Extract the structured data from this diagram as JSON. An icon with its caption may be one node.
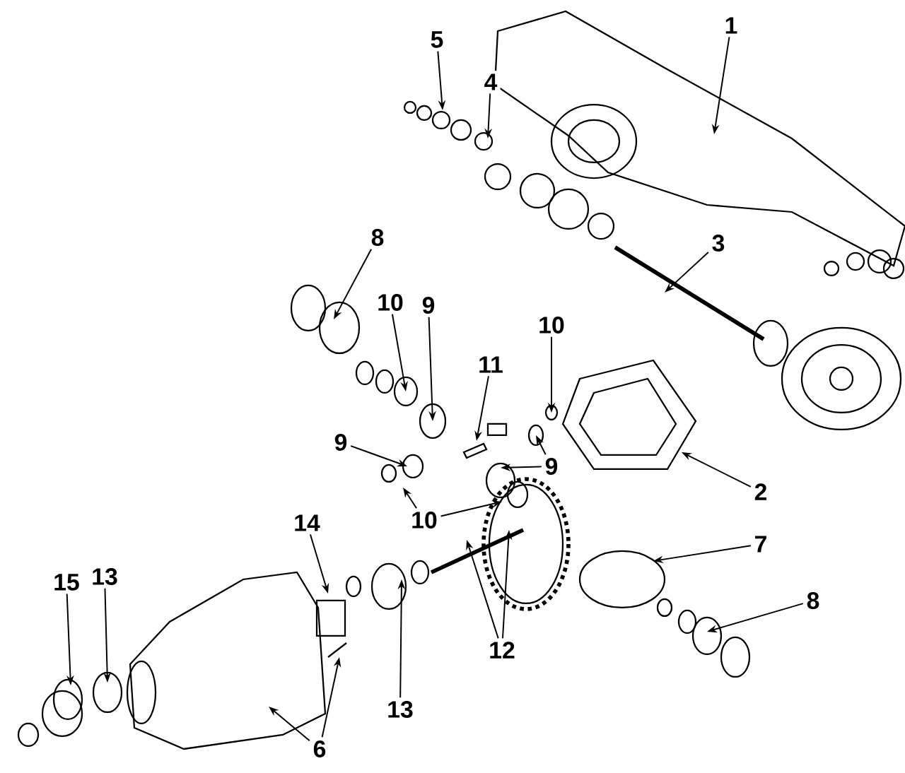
{
  "diagram": {
    "nodes": [
      {
        "text": [
          "1"
        ]
      },
      {
        "text": [
          "5"
        ]
      },
      {
        "text": [
          "4"
        ]
      },
      {
        "text": [
          "3"
        ]
      },
      {
        "text": [
          "8"
        ]
      },
      {
        "text": [
          "10"
        ]
      },
      {
        "text": [
          "9"
        ]
      },
      {
        "text": [
          "11"
        ]
      },
      {
        "text": [
          "10"
        ]
      },
      {
        "text": [
          "2"
        ]
      },
      {
        "text": [
          "9"
        ]
      },
      {
        "text": [
          "9"
        ]
      },
      {
        "text": [
          "10"
        ]
      },
      {
        "text": [
          "14"
        ]
      },
      {
        "text": [
          "7"
        ]
      },
      {
        "text": [
          "8"
        ]
      },
      {
        "text": [
          "15"
        ]
      },
      {
        "text": [
          "13"
        ]
      },
      {
        "text": [
          "12"
        ]
      },
      {
        "text": [
          "13"
        ]
      },
      {
        "text": [
          "6"
        ]
      }
    ],
    "edges": [
      {
        "from": 0,
        "to": null,
        "arrow": "to"
      },
      {
        "from": 1,
        "to": null,
        "arrow": "to"
      },
      {
        "from": 2,
        "to": null,
        "arrow": "to"
      },
      {
        "from": 3,
        "to": null,
        "arrow": "to"
      },
      {
        "from": 4,
        "to": null,
        "arrow": "to"
      },
      {
        "from": 5,
        "to": null,
        "arrow": "to"
      },
      {
        "from": 6,
        "to": null,
        "arrow": "to"
      },
      {
        "from": 7,
        "to": null,
        "arrow": "to"
      },
      {
        "from": 8,
        "to": null,
        "arrow": "to"
      },
      {
        "from": 9,
        "to": null,
        "arrow": "to"
      },
      {
        "from": 10,
        "to": null,
        "arrow": "to"
      },
      {
        "from": 11,
        "to": null,
        "arrow": "to"
      },
      {
        "from": 11,
        "to": null,
        "arrow": "to"
      },
      {
        "from": 12,
        "to": null,
        "arrow": "to"
      },
      {
        "from": 12,
        "to": null,
        "arrow": "to"
      },
      {
        "from": 13,
        "to": null,
        "arrow": "to"
      },
      {
        "from": 14,
        "to": null,
        "arrow": "to"
      },
      {
        "from": 15,
        "to": null,
        "arrow": "to"
      },
      {
        "from": 16,
        "to": null,
        "arrow": "to"
      },
      {
        "from": 17,
        "to": null,
        "arrow": "to"
      },
      {
        "from": 18,
        "to": null,
        "arrow": "to"
      },
      {
        "from": 18,
        "to": null,
        "arrow": "to"
      },
      {
        "from": 19,
        "to": null,
        "arrow": "to"
      },
      {
        "from": 20,
        "to": null,
        "arrow": "to"
      },
      {
        "from": 20,
        "to": null,
        "arrow": "to"
      }
    ]
  }
}
